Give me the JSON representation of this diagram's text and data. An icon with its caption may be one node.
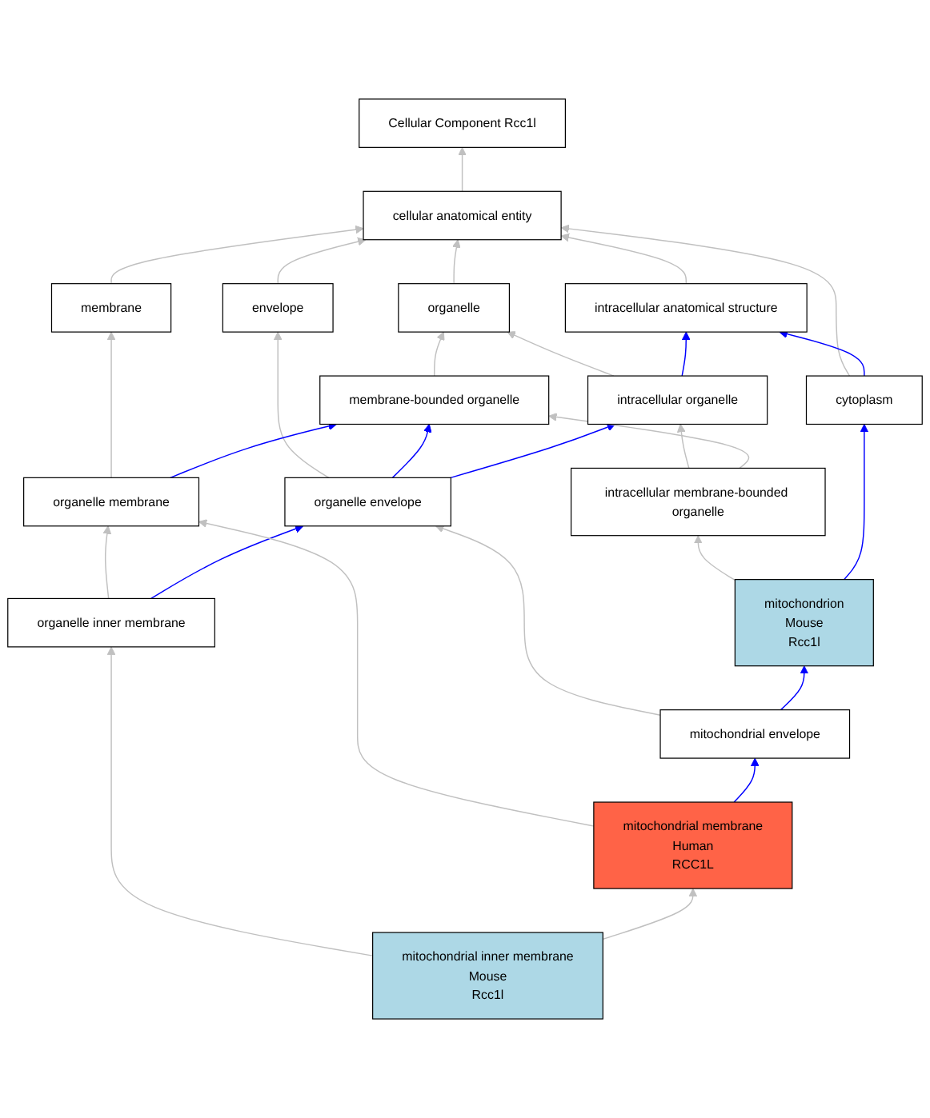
{
  "diagram": {
    "nodes": [
      {
        "text": [
          "Cellular Component Rcc1l"
        ]
      },
      {
        "text": [
          "cellular anatomical entity"
        ]
      },
      {
        "text": [
          "envelope"
        ]
      },
      {
        "text": [
          "organelle"
        ]
      },
      {
        "text": [
          "intracellular anatomical structure"
        ]
      },
      {
        "text": [
          "membrane"
        ]
      },
      {
        "text": [
          "membrane-bounded organelle"
        ]
      },
      {
        "text": [
          "intracellular organelle"
        ]
      },
      {
        "text": [
          "cytoplasm"
        ]
      },
      {
        "text": [
          "organelle membrane"
        ]
      },
      {
        "text": [
          "organelle envelope"
        ]
      },
      {
        "text": [
          "intracellular membrane-bounded organelle"
        ]
      },
      {
        "text": [
          "mitochondrion",
          "Mouse",
          "Rcc1l"
        ]
      },
      {
        "text": [
          "organelle inner membrane"
        ]
      },
      {
        "text": [
          "mitochondrial envelope"
        ]
      },
      {
        "text": [
          "mitochondrial membrane",
          "Human",
          "RCC1L"
        ]
      },
      {
        "text": [
          "mitochondrial inner membrane",
          "Mouse",
          "Rcc1l"
        ]
      }
    ],
    "edges": [
      {
        "from": 1,
        "to": 0,
        "arrow": "to"
      },
      {
        "from": 2,
        "to": 1,
        "arrow": "to"
      },
      {
        "from": 3,
        "to": 1,
        "arrow": "to"
      },
      {
        "from": 4,
        "to": 1,
        "arrow": "to"
      },
      {
        "from": 5,
        "to": 1,
        "arrow": "to"
      },
      {
        "from": 8,
        "to": 1,
        "arrow": "to"
      },
      {
        "from": 6,
        "to": 3,
        "arrow": "to"
      },
      {
        "from": 7,
        "to": 3,
        "arrow": "to"
      },
      {
        "from": 7,
        "to": 4,
        "arrow": "to",
        "color": "#0000ff"
      },
      {
        "from": 8,
        "to": 4,
        "arrow": "to",
        "color": "#0000ff"
      },
      {
        "from": 10,
        "to": 2,
        "arrow": "to"
      },
      {
        "from": 9,
        "to": 5,
        "arrow": "to"
      },
      {
        "from": 9,
        "to": 6,
        "arrow": "to",
        "color": "#0000ff"
      },
      {
        "from": 10,
        "to": 6,
        "arrow": "to",
        "color": "#0000ff"
      },
      {
        "from": 10,
        "to": 7,
        "arrow": "to",
        "color": "#0000ff"
      },
      {
        "from": 11,
        "to": 7,
        "arrow": "to"
      },
      {
        "from": 11,
        "to": 6,
        "arrow": "to"
      },
      {
        "from": 13,
        "to": 9,
        "arrow": "to"
      },
      {
        "from": 13,
        "to": 10,
        "arrow": "to",
        "color": "#0000ff"
      },
      {
        "from": 14,
        "to": 10,
        "arrow": "to"
      },
      {
        "from": 12,
        "to": 11,
        "arrow": "to"
      },
      {
        "from": 12,
        "to": 8,
        "arrow": "to",
        "color": "#0000ff"
      },
      {
        "from": 14,
        "to": 12,
        "arrow": "to",
        "color": "#0000ff"
      },
      {
        "from": 15,
        "to": 9,
        "arrow": "to"
      },
      {
        "from": 15,
        "to": 14,
        "arrow": "to",
        "color": "#0000ff"
      },
      {
        "from": 16,
        "to": 13,
        "arrow": "to"
      },
      {
        "from": 16,
        "to": 15,
        "arrow": "to"
      }
    ]
  }
}
